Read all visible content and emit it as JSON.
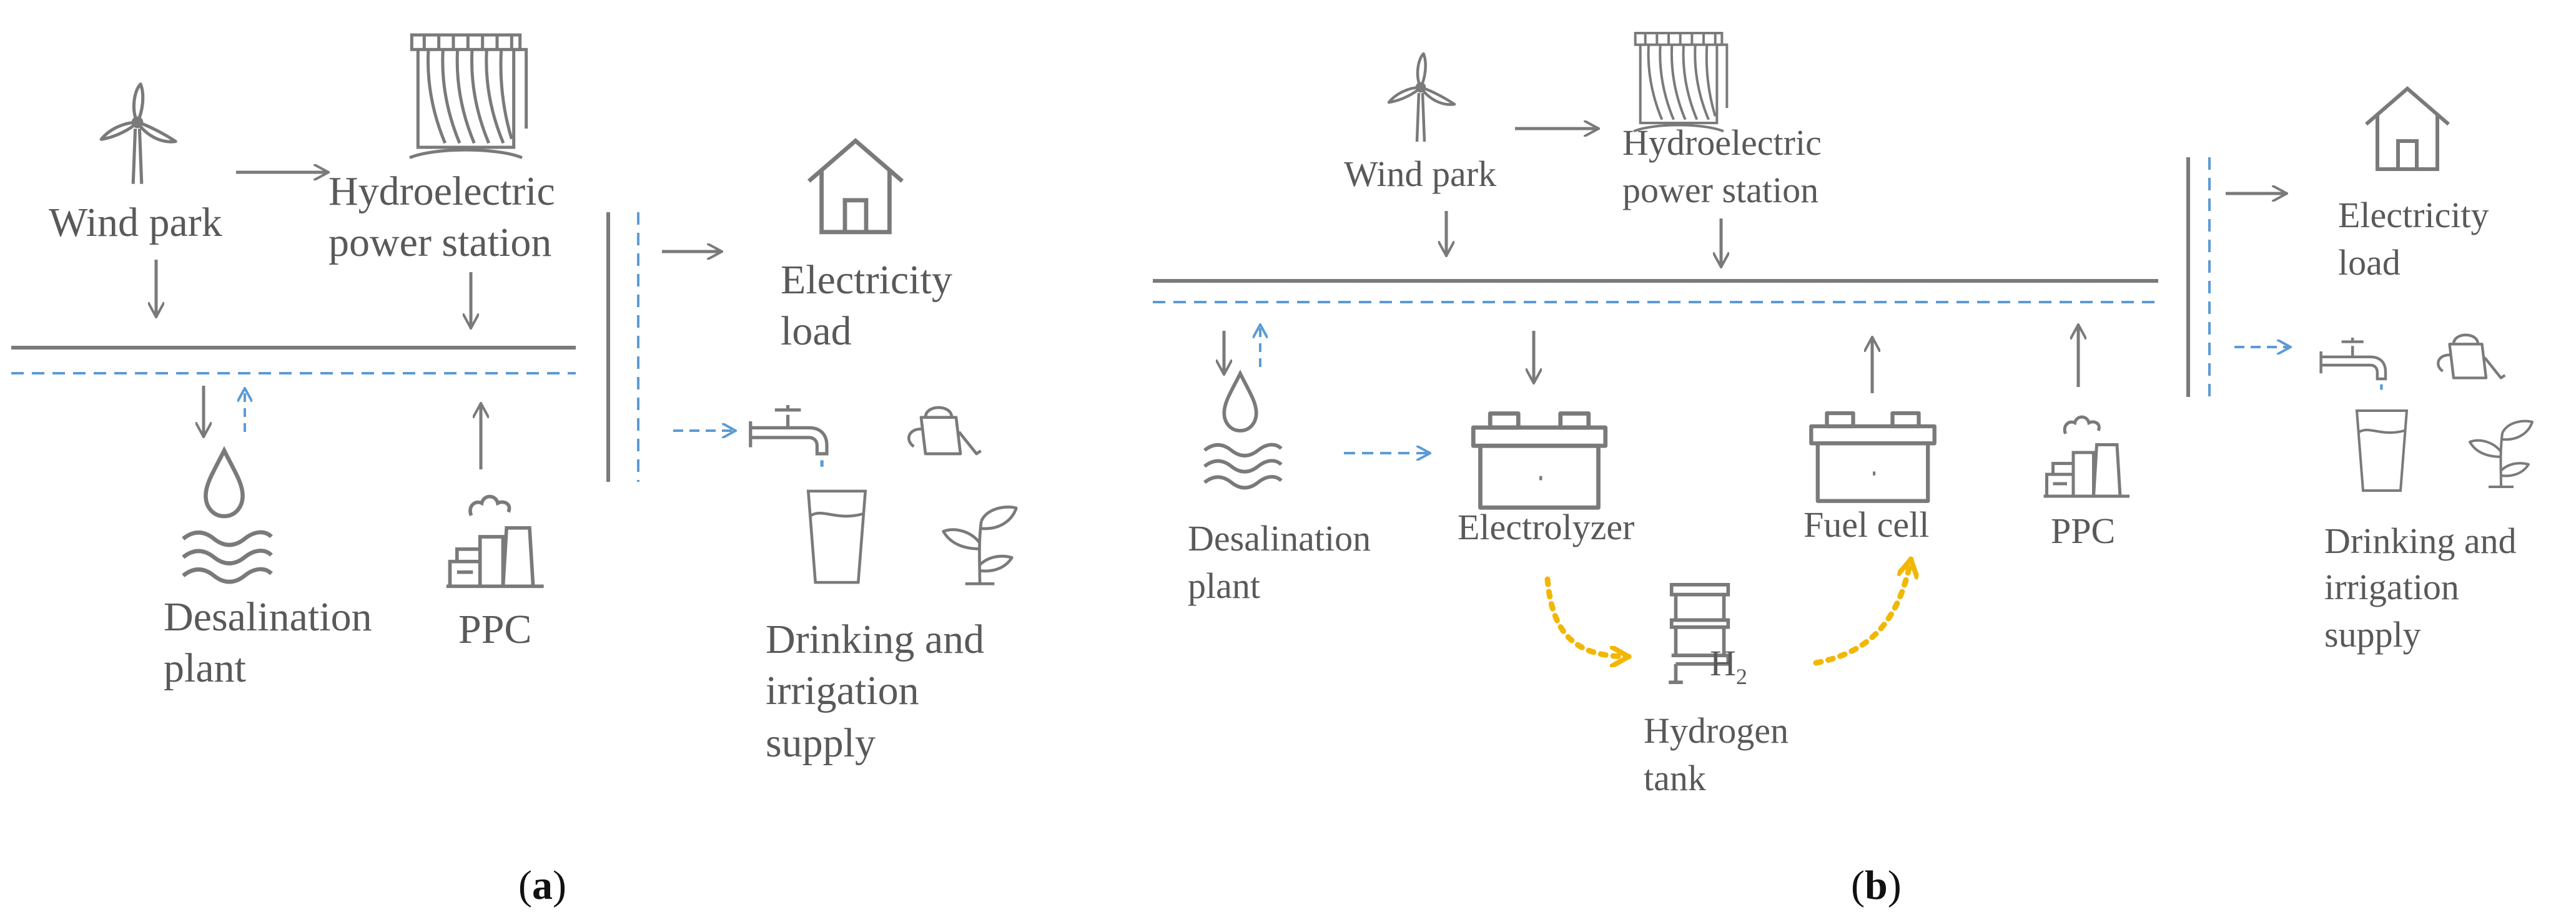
{
  "colors": {
    "element": "#7a7a7a",
    "water_flow": "#5b9bd5",
    "hydrogen_flow": "#f2b705",
    "caption": "#111111"
  },
  "panel_a": {
    "caption_open": "(",
    "caption_letter": "a",
    "caption_close": ")",
    "wind_park": "Wind park",
    "hydro_line1": "Hydroelectric",
    "hydro_line2": "power station",
    "electricity_line1": "Electricity",
    "electricity_line2": "load",
    "desal_line1": "Desalination",
    "desal_line2": "plant",
    "ppc": "PPC",
    "supply_line1": "Drinking and",
    "supply_line2": "irrigation",
    "supply_line3": "supply"
  },
  "panel_b": {
    "caption_open": "(",
    "caption_letter": "b",
    "caption_close": ")",
    "wind_park": "Wind park",
    "hydro_line1": "Hydroelectric",
    "hydro_line2": "power station",
    "electricity_line1": "Electricity",
    "electricity_line2": "load",
    "desal_line1": "Desalination",
    "desal_line2": "plant",
    "electrolyzer": "Electrolyzer",
    "fuel_cell": "Fuel cell",
    "ppc": "PPC",
    "h2_symbol": "H",
    "h2_subscript": "2",
    "tank_line1": "Hydrogen",
    "tank_line2": "tank",
    "supply_line1": "Drinking and",
    "supply_line2": "irrigation",
    "supply_line3": "supply"
  },
  "icons": [
    "wind-turbine-icon",
    "hydroelectric-dam-icon",
    "house-icon",
    "water-drop-icon",
    "power-plant-icon",
    "tap-icon",
    "watering-can-icon",
    "glass-icon",
    "plant-icon",
    "battery-icon",
    "hydrogen-tank-icon"
  ]
}
